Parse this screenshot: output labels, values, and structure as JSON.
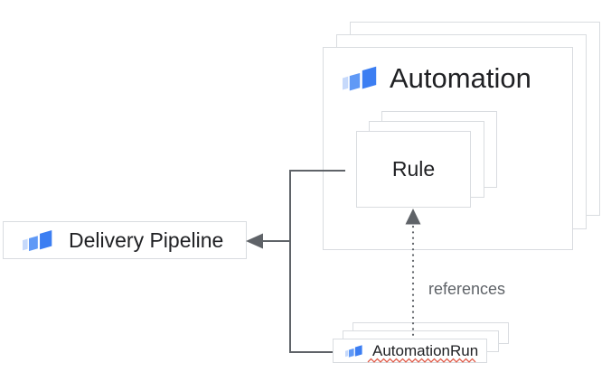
{
  "nodes": {
    "automation": {
      "label": "Automation",
      "icon": "cloud-deploy-icon",
      "stack_count": 3
    },
    "rule": {
      "label": "Rule",
      "stack_count": 3
    },
    "delivery_pipeline": {
      "label": "Delivery Pipeline",
      "icon": "cloud-deploy-icon"
    },
    "automation_run": {
      "label": "AutomationRun",
      "icon": "cloud-deploy-icon",
      "stack_count": 3,
      "spellcheck_underline": true
    }
  },
  "edges": {
    "automation_run_to_rule": {
      "label": "references",
      "style": "dotted",
      "arrow": "up-into-rule"
    },
    "automation_to_delivery_pipeline": {
      "style": "solid",
      "arrow": "left-into-delivery-pipeline"
    }
  },
  "colors": {
    "box_border": "#d9dce0",
    "box_fill": "#ffffff",
    "connector": "#5f6368",
    "label_text": "#202124",
    "edge_label_text": "#5f6368",
    "spellcheck_red": "#e0604e",
    "icon_blue_dark": "#3c7ef2",
    "icon_blue_mid": "#6099f6",
    "icon_blue_light": "#c6d9fb"
  }
}
